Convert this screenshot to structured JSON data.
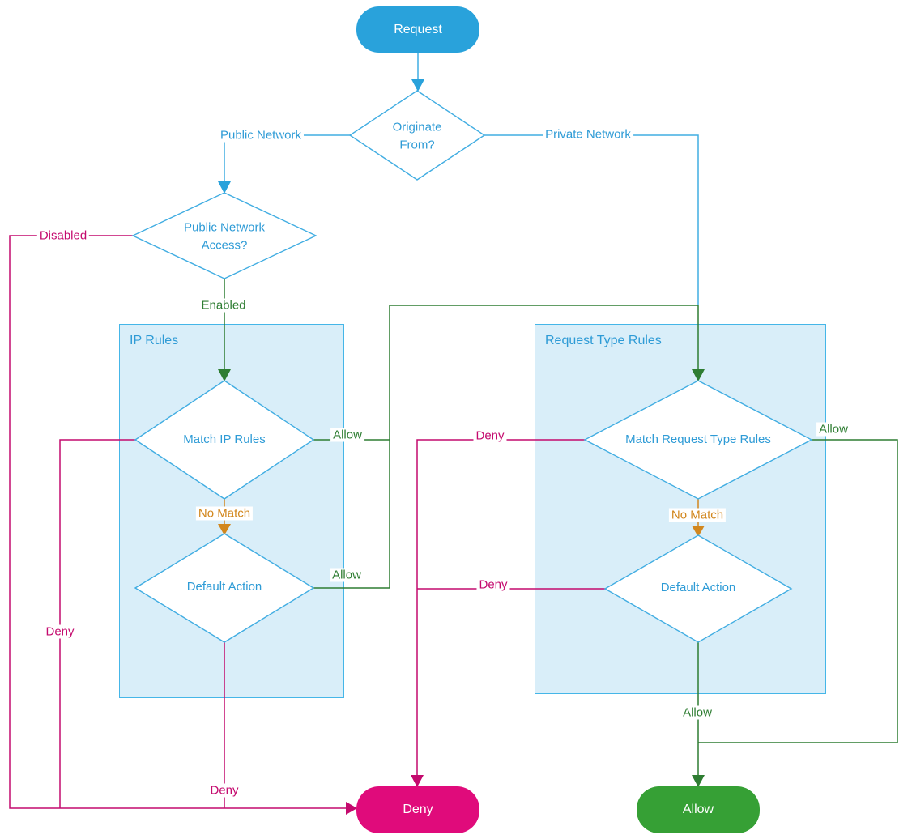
{
  "theme": {
    "blue_fill": "#29A2DB",
    "blue_stroke": "#41ADE2",
    "blue_text": "#2E9BD6",
    "box_fill": "#D9EEF9",
    "box_stroke": "#45B6E8",
    "green_line": "#2E7D32",
    "green_fill": "#36A035",
    "magenta_line": "#C40A6E",
    "magenta_fill": "#E00B7B",
    "orange_line": "#D2871E"
  },
  "nodes": {
    "request": "Request",
    "originate_from": "Originate From?",
    "public_network_access": "Public Network Access?",
    "match_ip_rules": "Match IP Rules",
    "ip_default_action": "Default Action",
    "match_request_type_rules": "Match Request Type Rules",
    "request_type_default_action": "Default Action",
    "deny": "Deny",
    "allow": "Allow"
  },
  "groups": {
    "ip_rules": "IP Rules",
    "request_type_rules": "Request Type Rules"
  },
  "edge_labels": {
    "public_network": "Public Network",
    "private_network": "Private Network",
    "disabled": "Disabled",
    "enabled": "Enabled",
    "match_ip_allow": "Allow",
    "match_ip_no_match": "No Match",
    "match_ip_deny": "Deny",
    "ip_default_allow": "Allow",
    "ip_default_deny": "Deny",
    "match_request_type_allow": "Allow",
    "match_request_type_no_match": "No Match",
    "match_request_type_deny": "Deny",
    "request_type_default_allow": "Allow",
    "request_type_default_deny": "Deny"
  }
}
